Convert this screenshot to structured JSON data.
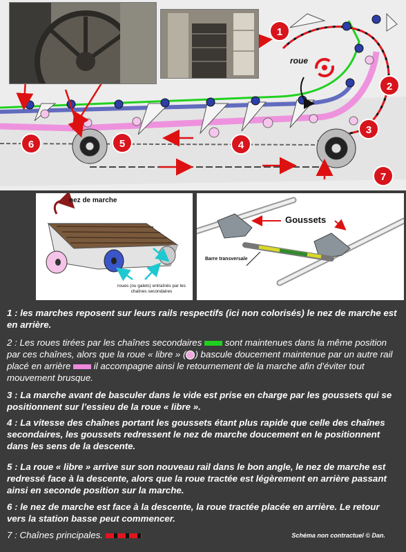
{
  "diagram": {
    "roue_label": "roue",
    "badges": [
      "1",
      "2",
      "3",
      "4",
      "5",
      "6",
      "7"
    ]
  },
  "step_panel": {
    "title": "nez de marche",
    "caption_line1": "roues (ou galets) entraînés  par les",
    "caption_line2": "chaînes secondaires"
  },
  "gusset_panel": {
    "title": "Goussets",
    "bar_label": "Barre transversale"
  },
  "notes": {
    "n1": "1 : les marches reposent sur leurs rails respectifs (ici non colorisés) le nez de marche est en arrière.",
    "n2a": "2 : Les roues tirées par les chaînes secondaires",
    "n2b": "sont maintenues dans la même position par ces chaînes, alors que la roue « libre » (",
    "n2c": ") bascule doucement maintenue par un autre rail placé en arrière",
    "n2d": "il accompagne ainsi le retournement de la  marche afin d’éviter tout mouvement brusque.",
    "n3": "3 : La marche avant de basculer dans le vide est prise en charge par les goussets qui se positionnent sur l’essieu de la roue « libre ».",
    "n4": "4 : La vitesse des chaînes portant les goussets étant plus rapide que celle des chaînes secondaires, les goussets redressent le nez de marche doucement en le positionnent dans les sens de la descente.",
    "n5": "5 : La roue « libre » arrive sur son nouveau rail dans le bon angle, le nez de marche est redressé face à la descente, alors que la roue tractée est légèrement en arrière passant ainsi en seconde position sur la marche.",
    "n6": "6 : le nez de marche est face à la descente, la roue tractée placée en arrière. Le retour vers la station basse peut commencer.",
    "n7": "7 : Chaînes principales.",
    "credit": "Schéma non contractuel © Dan."
  },
  "colors": {
    "green": "#1fd11f",
    "pink": "#ee88dd",
    "red": "#e0161e",
    "blue": "#4a57b8",
    "light_pink": "#f0a8e0"
  }
}
